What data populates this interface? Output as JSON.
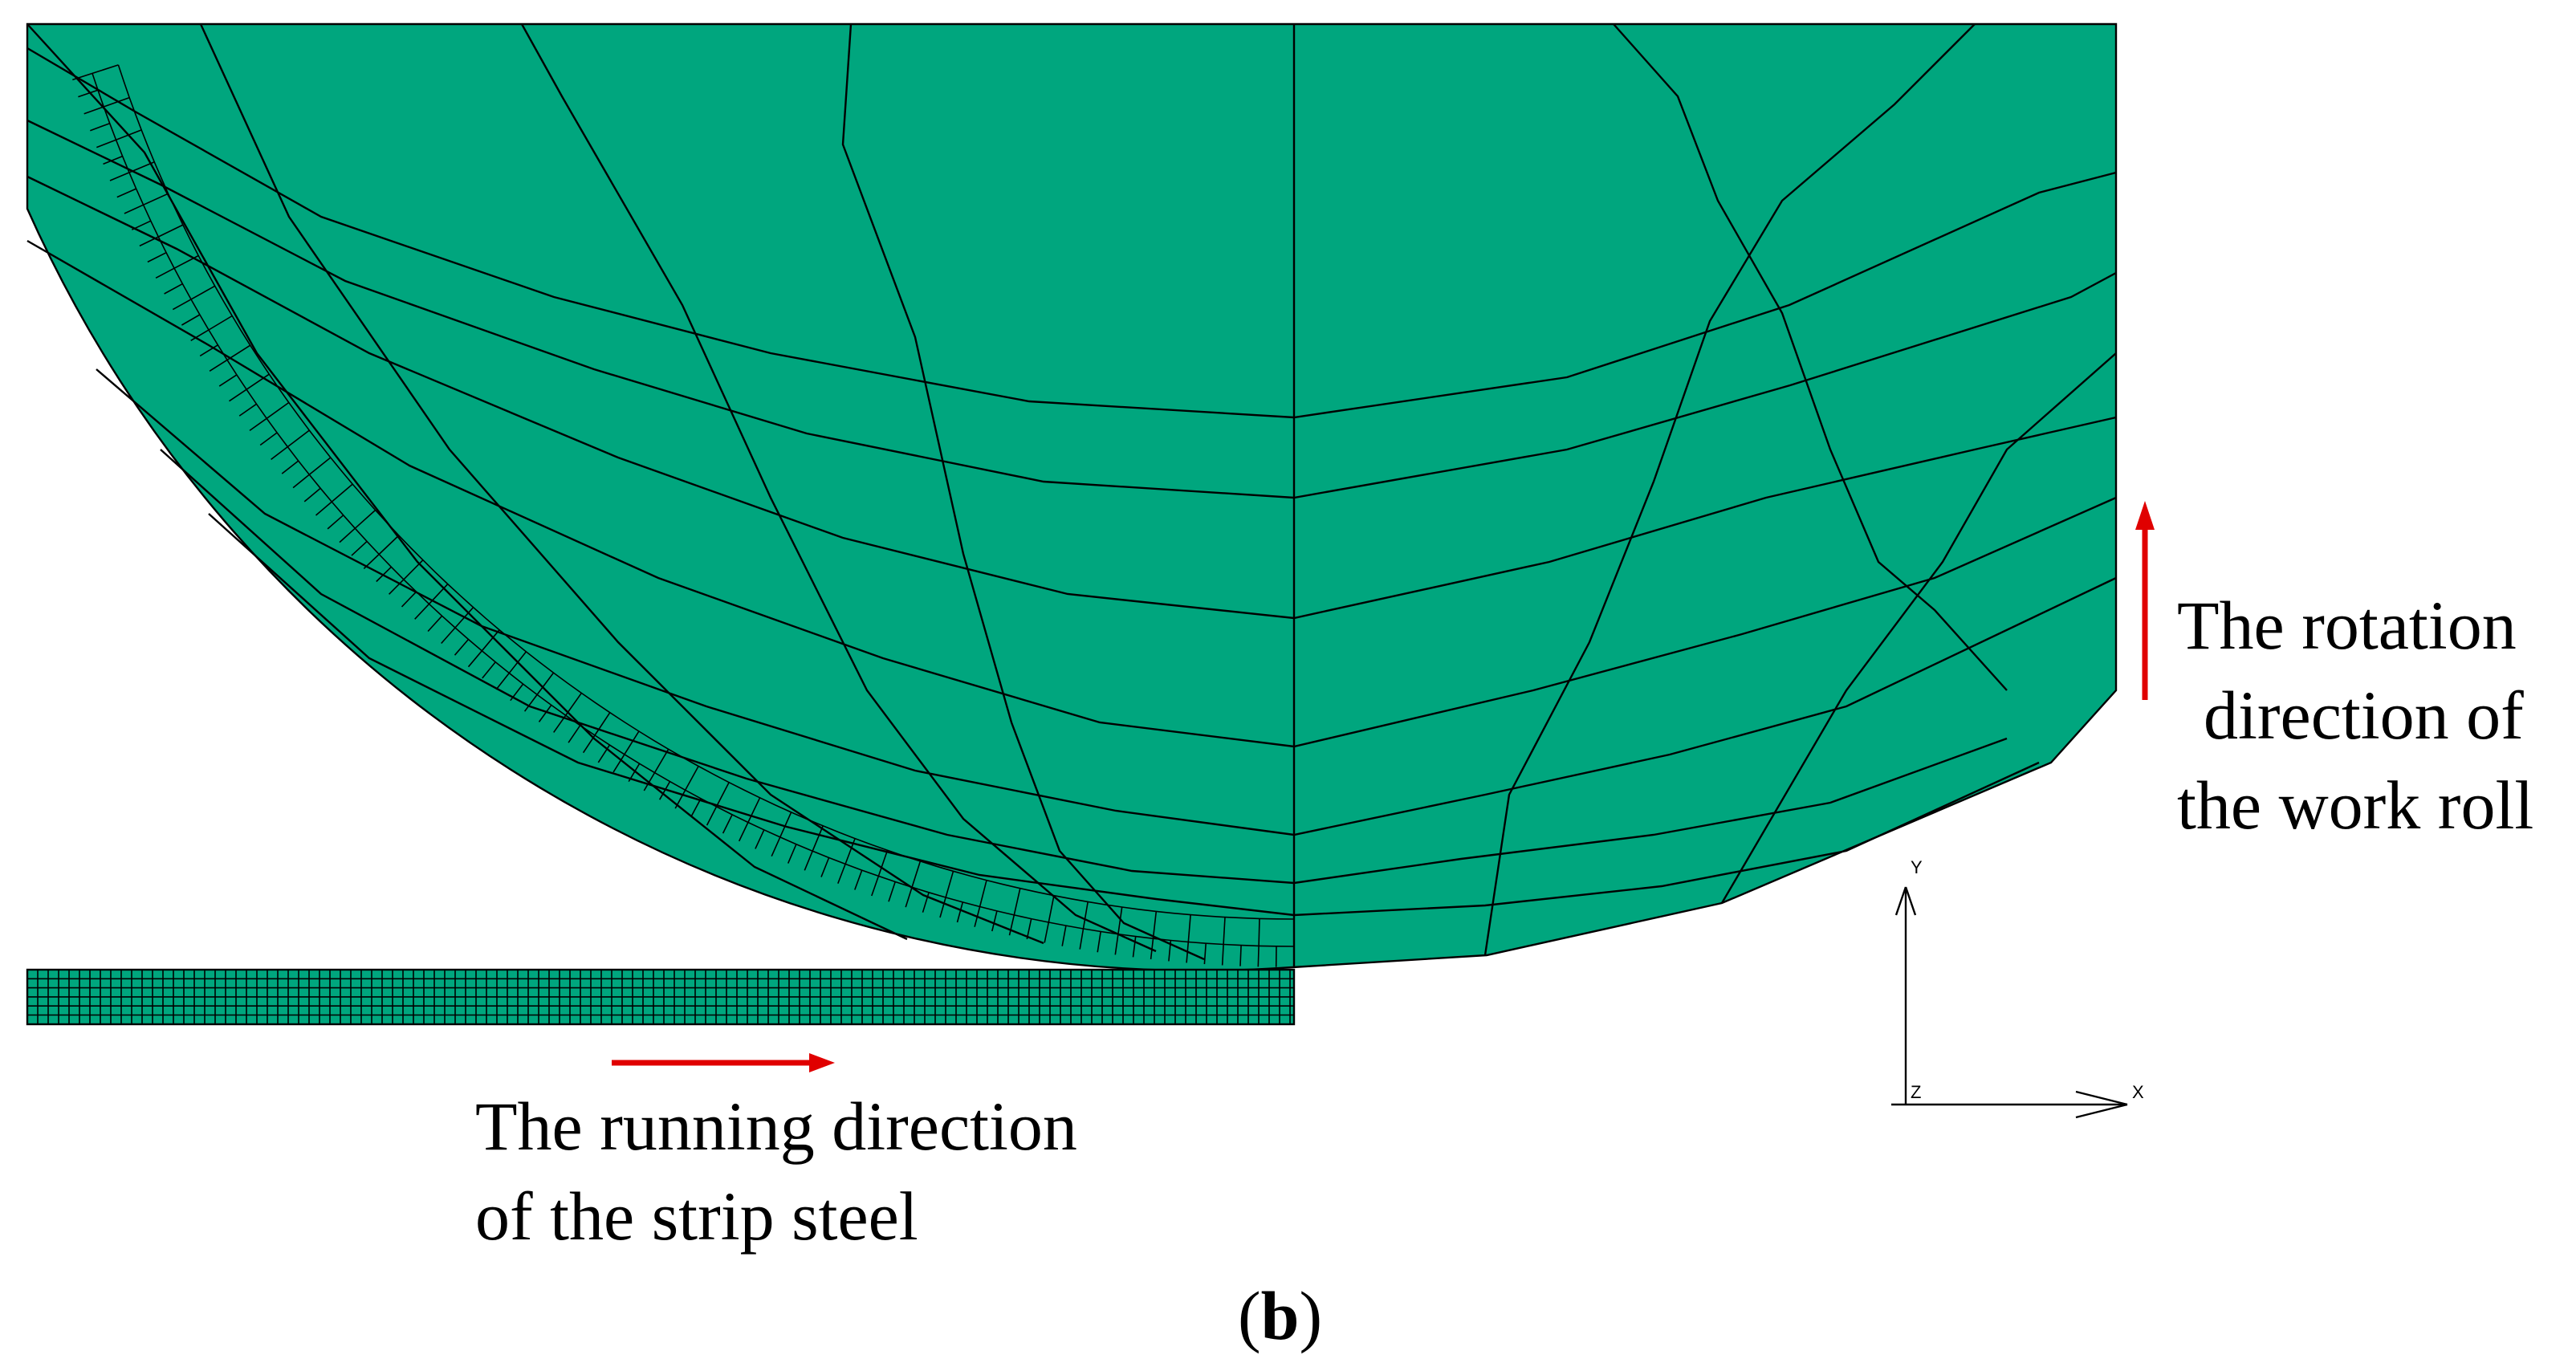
{
  "figure": {
    "colors": {
      "mesh_fill": "#00A67E",
      "mesh_line": "#000000",
      "arrow": "#E00000",
      "text": "#000000",
      "background": "#FFFFFF"
    },
    "labels": {
      "rotation": [
        "The rotation",
        "direction of",
        "the work roll"
      ],
      "running": [
        "The running direction",
        "of the strip steel"
      ],
      "caption_paren_open": "(",
      "caption_letter": "b",
      "caption_paren_close": ")"
    },
    "triad": {
      "x_label": "X",
      "y_label": "Y",
      "z_label": "Z"
    }
  }
}
